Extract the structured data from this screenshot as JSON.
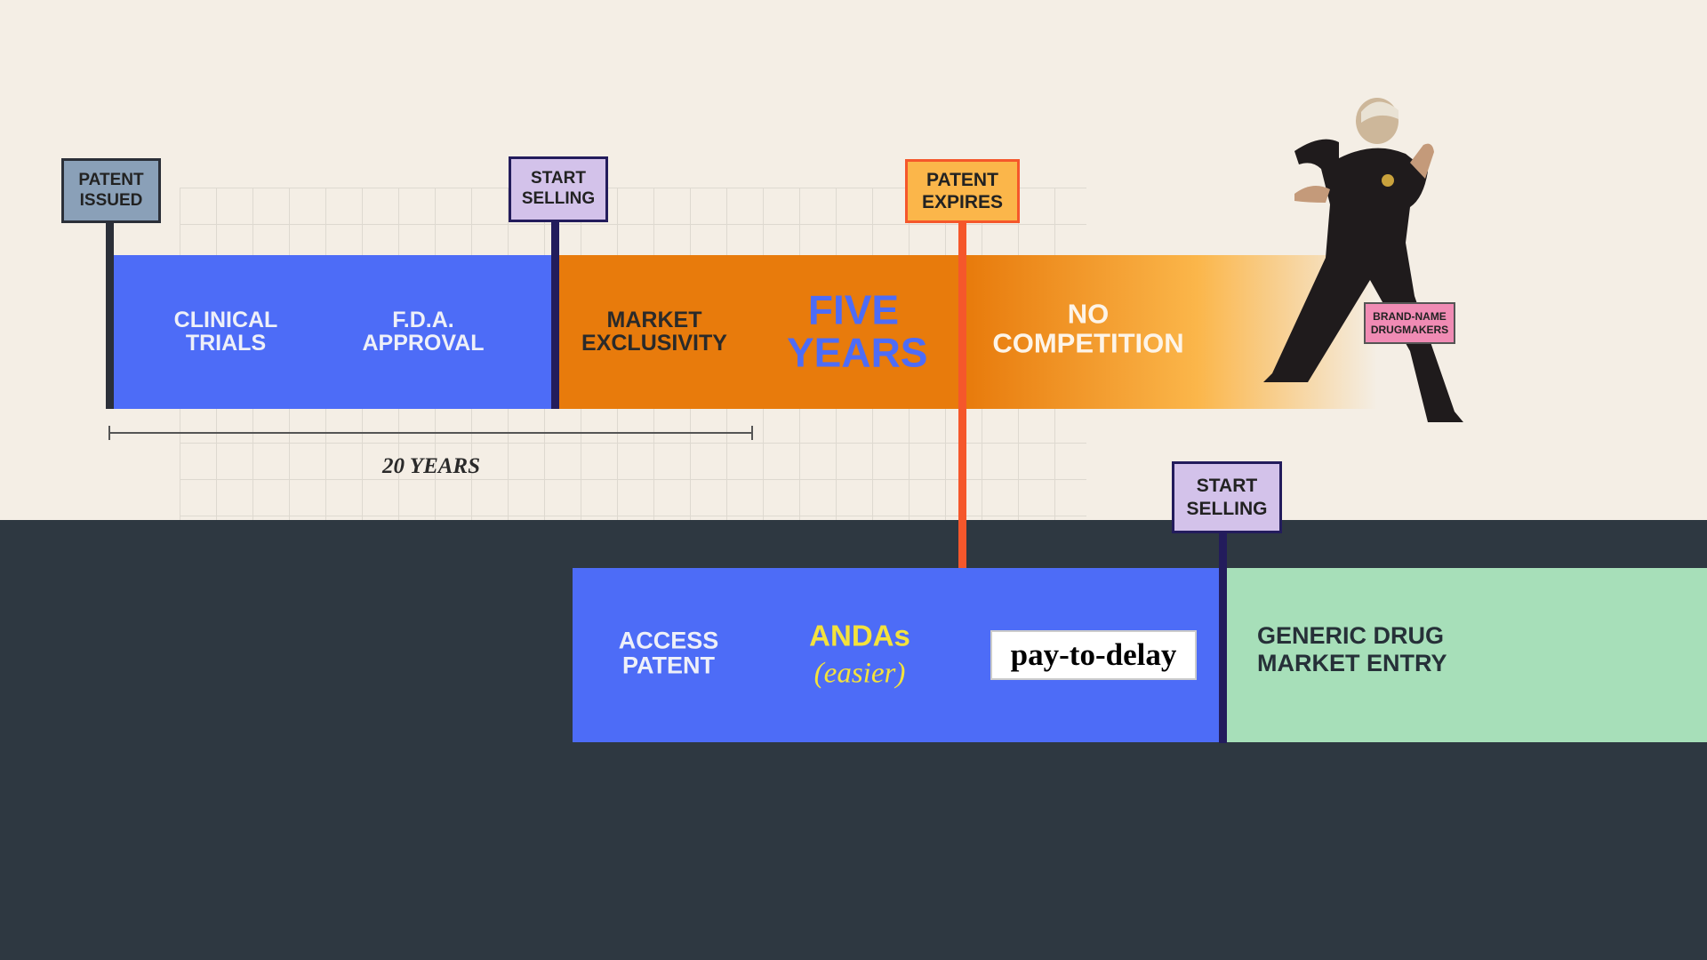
{
  "brand_timeline": {
    "signs": {
      "patent_issued": "PATENT ISSUED",
      "start_selling": "START SELLING",
      "patent_expires": "PATENT EXPIRES"
    },
    "segments": {
      "clinical_trials": "CLINICAL TRIALS",
      "fda_approval": "F.D.A. APPROVAL",
      "market_exclusivity": "MARKET EXCLUSIVITY",
      "five_years": "FIVE YEARS",
      "no_competition": "NO COMPETITION"
    },
    "span_label": "20 YEARS",
    "actor_label": "BRAND-NAME DRUGMAKERS"
  },
  "generic_timeline": {
    "start_selling": "START SELLING",
    "access_patent": "ACCESS PATENT",
    "andas": "ANDAs",
    "andas_note": "(easier)",
    "pay_to_delay": "pay-to-delay",
    "market_entry": "GENERIC DRUG MARKET ENTRY"
  },
  "colors": {
    "blue": "#4d6cf7",
    "orange": "#e87b0c",
    "green": "#a7dfb9",
    "dark": "#2e3841",
    "red_pole": "#f5572b"
  }
}
